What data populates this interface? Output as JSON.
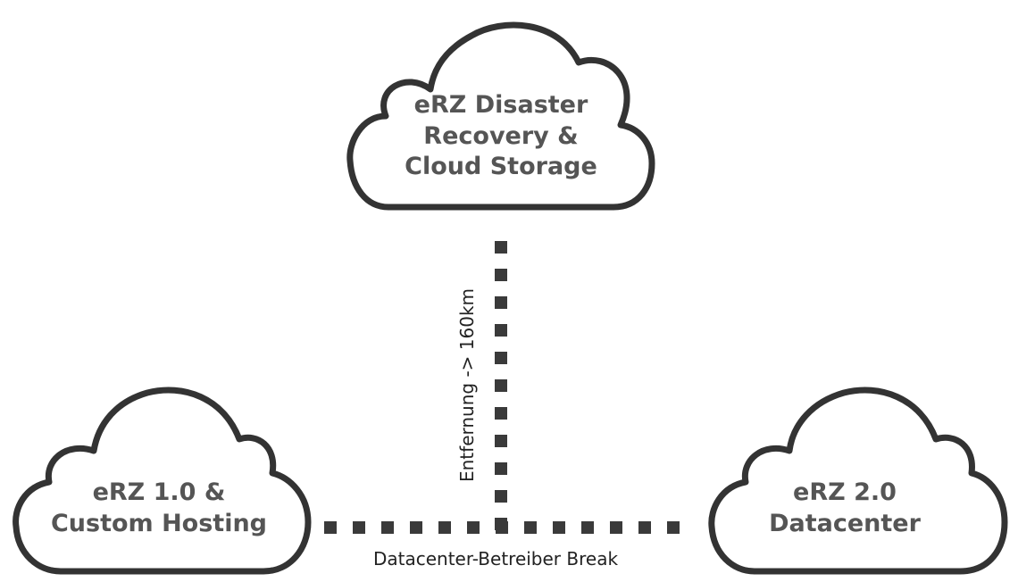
{
  "clouds": {
    "top": {
      "lines": [
        "eRZ Disaster",
        "Recovery &",
        "Cloud Storage"
      ]
    },
    "left": {
      "lines": [
        "eRZ 1.0 &",
        "Custom Hosting"
      ]
    },
    "right": {
      "lines": [
        "eRZ 2.0",
        "Datacenter"
      ]
    }
  },
  "connections": {
    "vertical_label": "Entfernung -> 160km",
    "horizontal_label": "Datacenter-Betreiber Break"
  },
  "colors": {
    "outline": "#333333",
    "cloud_text": "#555555",
    "dots": "#3a3a3a"
  }
}
